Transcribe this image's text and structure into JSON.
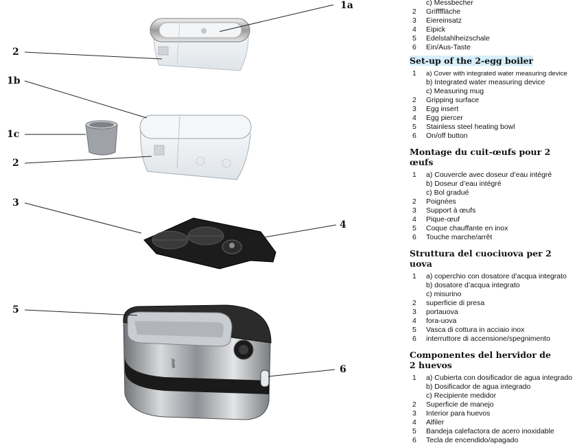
{
  "callouts": {
    "c1a": "1a",
    "c2a": "2",
    "c1b": "1b",
    "c1c": "1c",
    "c2b": "2",
    "c3": "3",
    "c4": "4",
    "c5": "5",
    "c6": "6"
  },
  "german_partial": [
    {
      "num": "",
      "text": "c) Messbecher"
    },
    {
      "num": "2",
      "text": "Griffffläche"
    },
    {
      "num": "3",
      "text": "Eiereinsatz"
    },
    {
      "num": "4",
      "text": "Eipick"
    },
    {
      "num": "5",
      "text": "Edelstahlheizschale"
    },
    {
      "num": "6",
      "text": "Ein/Aus-Taste"
    }
  ],
  "english": {
    "title": "Set-up of the 2-egg boiler",
    "items": [
      {
        "num": "1",
        "text": "a) Cover with integrated water measuring device"
      },
      {
        "num": "",
        "text": "b) Integrated water measuring device"
      },
      {
        "num": "",
        "text": "c) Measuring mug"
      },
      {
        "num": "2",
        "text": "Gripping surface"
      },
      {
        "num": "3",
        "text": "Egg insert"
      },
      {
        "num": "4",
        "text": "Egg piercer"
      },
      {
        "num": "5",
        "text": "Stainless steel heating bowl"
      },
      {
        "num": "6",
        "text": "On/off button"
      }
    ]
  },
  "french": {
    "title": "Montage du cuit-œufs pour 2 œufs",
    "items": [
      {
        "num": "1",
        "text": "a) Couvercle avec doseur d’eau intégré"
      },
      {
        "num": "",
        "text": "b) Doseur d’eau intégré"
      },
      {
        "num": "",
        "text": "c) Bol gradué"
      },
      {
        "num": "2",
        "text": "Poignées"
      },
      {
        "num": "3",
        "text": "Support à œufs"
      },
      {
        "num": "4",
        "text": "Pique-œuf"
      },
      {
        "num": "5",
        "text": "Coque chauffante en inox"
      },
      {
        "num": "6",
        "text": "Touche marche/arrêt"
      }
    ]
  },
  "italian": {
    "title": "Struttura del cuociuova per 2 uova",
    "items": [
      {
        "num": "1",
        "text": "a) coperchio con dosatore d’acqua integrato"
      },
      {
        "num": "",
        "text": "b) dosatore d’acqua integrato"
      },
      {
        "num": "",
        "text": "c) misurino"
      },
      {
        "num": "2",
        "text": "superficie di presa"
      },
      {
        "num": "3",
        "text": "portauova"
      },
      {
        "num": "4",
        "text": "fora-uova"
      },
      {
        "num": "5",
        "text": "Vasca di cottura in acciaio inox"
      },
      {
        "num": "6",
        "text": "interruttore di accensione/spegnimento"
      }
    ]
  },
  "spanish": {
    "title": "Componentes del hervidor de 2 huevos",
    "items": [
      {
        "num": "1",
        "text": "a) Cubierta con dosificador de agua integrado"
      },
      {
        "num": "",
        "text": "b) Dosificador de agua integrado"
      },
      {
        "num": "",
        "text": "c) Recipiente medidor"
      },
      {
        "num": "2",
        "text": "Superficie de manejo"
      },
      {
        "num": "3",
        "text": "Interior para huevos"
      },
      {
        "num": "4",
        "text": "Alfiler"
      },
      {
        "num": "5",
        "text": "Bandeja calefactora de acero inoxidable"
      },
      {
        "num": "6",
        "text": "Tecla de encendido/apagado"
      }
    ]
  },
  "device": {
    "logo_text": "WMF"
  },
  "colors": {
    "title_highlight": "#d6f0fb",
    "base_steel": "#b9bcc0",
    "base_band": "#1a1a1a",
    "insert_black": "#1c1c1c"
  }
}
